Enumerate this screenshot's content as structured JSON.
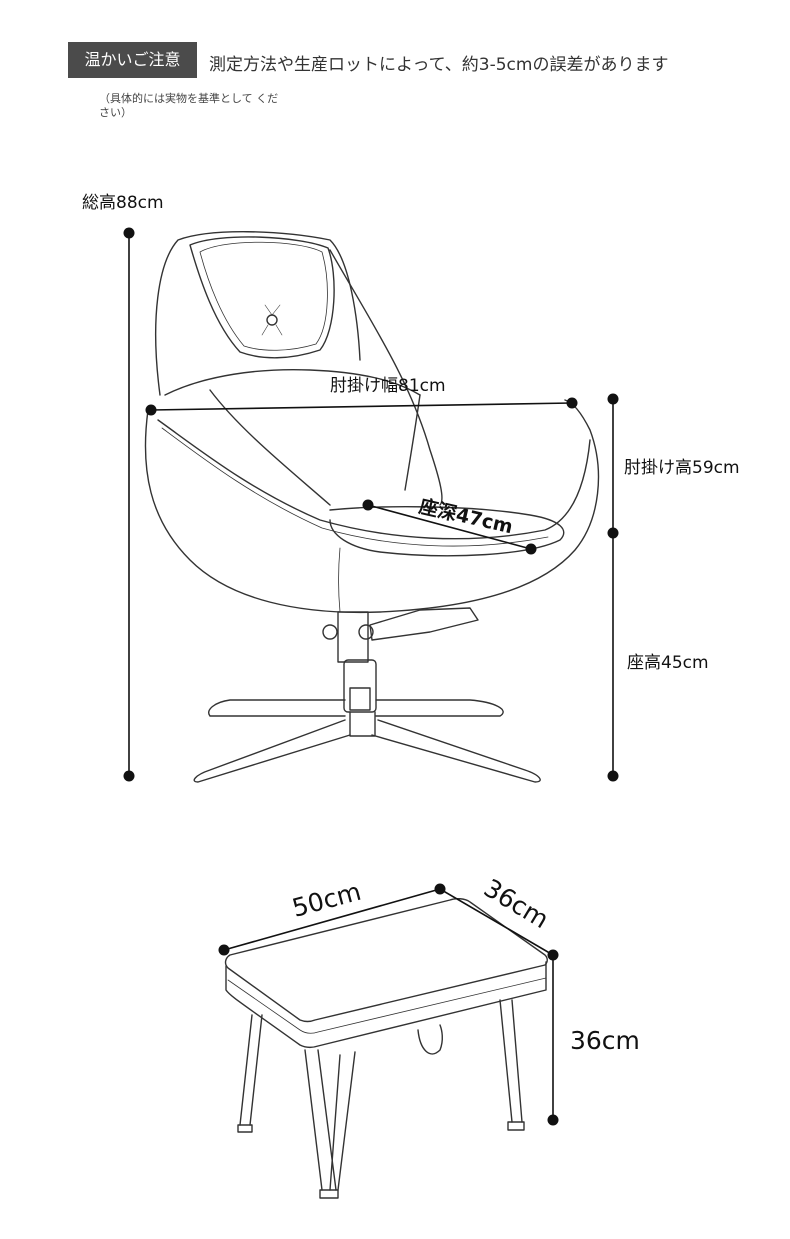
{
  "notice": {
    "badge": "温かいご注意",
    "text": "測定方法や生産ロットによって、約3-5cmの誤差があります",
    "sub": "（具体的には実物を基準として ください）"
  },
  "chair": {
    "total_height": "総高88cm",
    "armrest_width": "肘掛け幅81cm",
    "armrest_height": "肘掛け高59cm",
    "seat_depth": "座深47cm",
    "seat_height": "座高45cm"
  },
  "ottoman": {
    "width": "50cm",
    "depth": "36cm",
    "height": "36cm"
  }
}
